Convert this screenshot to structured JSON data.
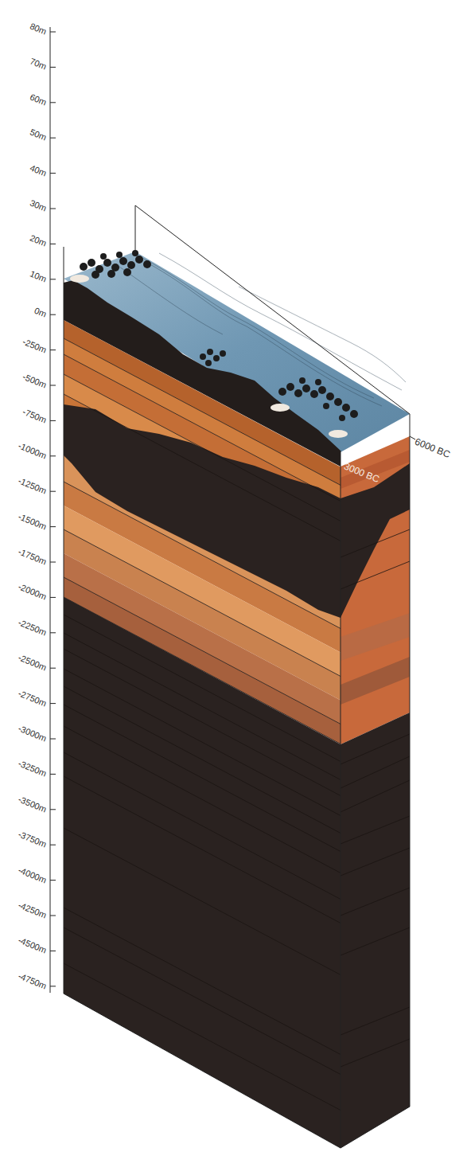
{
  "diagram": {
    "labels": [
      "80m",
      "70m",
      "60m",
      "50m",
      "40m",
      "30m",
      "20m",
      "10m",
      "0m",
      "-250m",
      "-500m",
      "-750m",
      "-1000m",
      "-1250m",
      "-1500m",
      "-1750m",
      "-2000m",
      "-2250m",
      "-2500m",
      "-2750m",
      "-3000m",
      "-3250m",
      "-3500m",
      "-3750m",
      "-4000m",
      "-4250m",
      "-4500m",
      "-4750m",
      "6000 BC",
      "3000 BC"
    ]
  }
}
